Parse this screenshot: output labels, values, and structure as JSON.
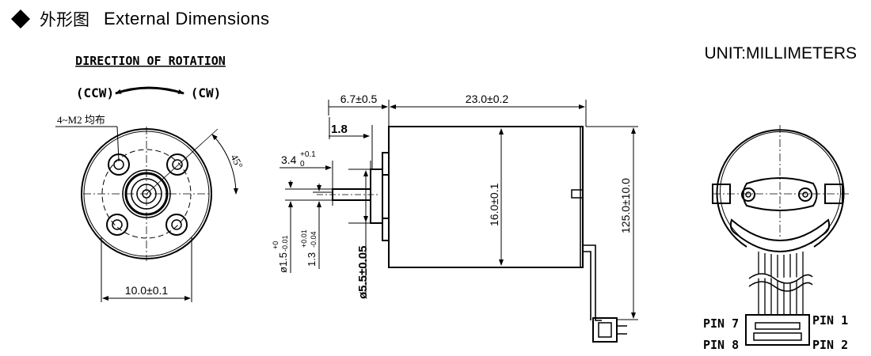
{
  "heading": {
    "icon": "diamond-bullet-icon",
    "title_cn": "外形图",
    "title_en": "External Dimensions"
  },
  "unit": "UNIT:MILLIMETERS",
  "front_view": {
    "rotation_title": "DIRECTION OF ROTATION",
    "ccw": "(CCW)",
    "cw": "(CW)",
    "holes_note": "4~M2 均布",
    "angle": "45°",
    "diameter_dim": "10.0±0.1"
  },
  "side_view": {
    "flange_dim": "6.7±0.5",
    "body_length_dim": "23.0±0.2",
    "step_dim": "1.8",
    "shaft_dim_base": "3.4",
    "shaft_dim_sup": "+0.1",
    "shaft_dim_sub": "0",
    "body_dia_dim": "16.0±0.1",
    "lead_length_dim": "125.0±10.0",
    "shaft_dia_base": "ø1.5",
    "shaft_dia_sup": "+0",
    "shaft_dia_sub": "-0.01",
    "flat_dim_base": "1.3",
    "flat_dim_sup": "+0.01",
    "flat_dim_sub": "-0.04",
    "boss_dia_dim": "ø5.5±0.05"
  },
  "rear_view": {
    "pin7": "PIN 7",
    "pin8": "PIN 8",
    "pin1": "PIN 1",
    "pin2": "PIN 2"
  }
}
